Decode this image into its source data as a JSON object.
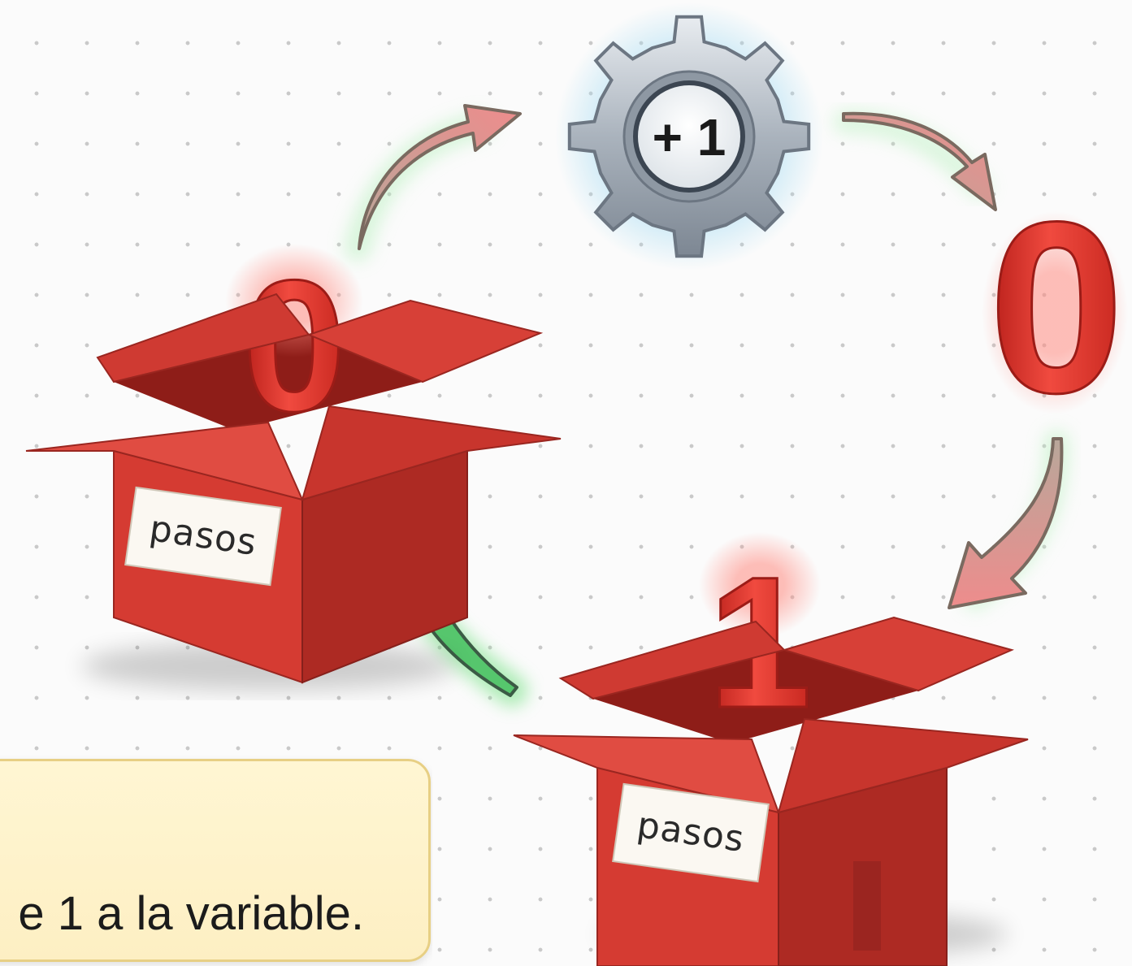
{
  "operation": {
    "label": "+ 1",
    "icon": "gear-icon"
  },
  "variable": {
    "name": "pasos",
    "old_value": "0",
    "new_value": "1"
  },
  "flow_value": "0",
  "caption": "e 1 a la variable.",
  "colors": {
    "box": "#d93a33",
    "digit": "#e0312b",
    "gear": "#9aa3ad",
    "arrow": "#e78c8c",
    "arrow_highlight": "#39c25a",
    "note_bg": "#fdefc3"
  }
}
